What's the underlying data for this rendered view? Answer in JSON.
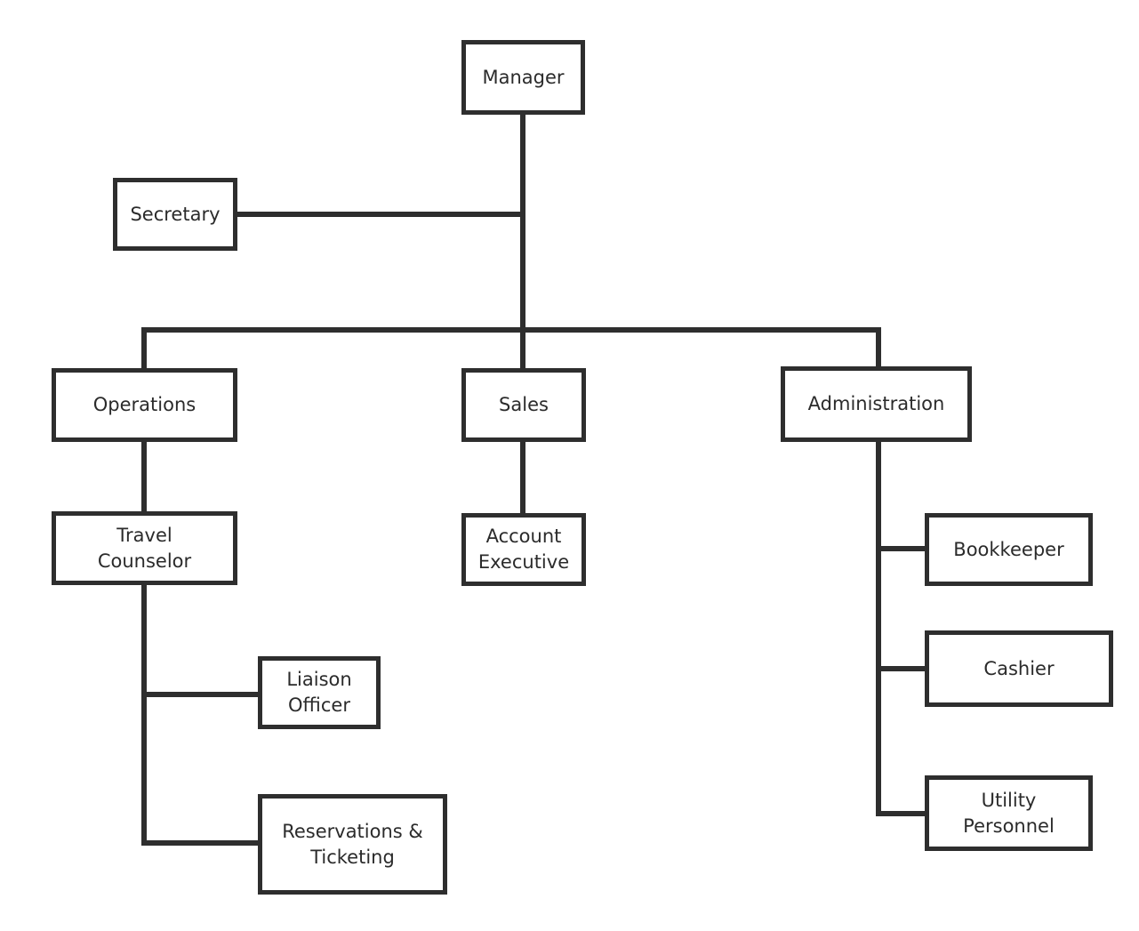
{
  "diagram": {
    "type": "org-chart",
    "colors": {
      "line": "#2e2e2e",
      "box_border": "#2e2e2e",
      "box_fill": "#ffffff",
      "text": "#2b2b2b",
      "background": "#ffffff"
    },
    "nodes": {
      "manager": {
        "label": "Manager"
      },
      "secretary": {
        "label": "Secretary"
      },
      "operations": {
        "label": "Operations"
      },
      "sales": {
        "label": "Sales"
      },
      "administration": {
        "label": "Administration"
      },
      "travel_counselor": {
        "label": "Travel\nCounselor"
      },
      "account_executive": {
        "label": "Account\nExecutive"
      },
      "liaison_officer": {
        "label": "Liaison\nOfficer"
      },
      "reservations_ticketing": {
        "label": "Reservations &\nTicketing"
      },
      "bookkeeper": {
        "label": "Bookkeeper"
      },
      "cashier": {
        "label": "Cashier"
      },
      "utility_personnel": {
        "label": "Utility\nPersonnel"
      }
    },
    "hierarchy": {
      "root": "Manager",
      "assistant_of_root": "Secretary",
      "divisions": [
        {
          "name": "Operations",
          "children": [
            {
              "name": "Travel Counselor",
              "children": [
                "Liaison Officer",
                "Reservations & Ticketing"
              ]
            }
          ]
        },
        {
          "name": "Sales",
          "children": [
            {
              "name": "Account Executive",
              "children": []
            }
          ]
        },
        {
          "name": "Administration",
          "children": [
            {
              "name": "Bookkeeper",
              "children": []
            },
            {
              "name": "Cashier",
              "children": []
            },
            {
              "name": "Utility Personnel",
              "children": []
            }
          ]
        }
      ]
    }
  }
}
